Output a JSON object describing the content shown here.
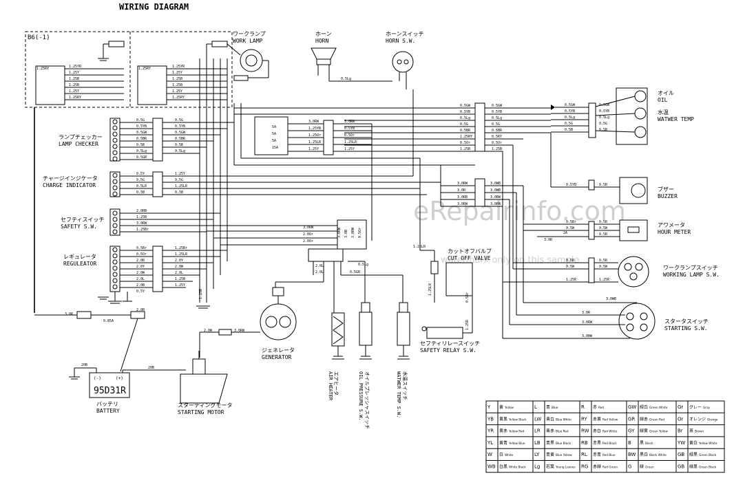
{
  "title": "WIRING DIAGRAM",
  "block_label": "B6(-1)",
  "watermark": "eRepairinfo.com",
  "watermark_sub": "watermark only on this sample",
  "components": {
    "work_lamp": {
      "jp": "ワークランプ",
      "en": "WORK LAMP"
    },
    "horn": {
      "jp": "ホーン",
      "en": "HORN"
    },
    "horn_sw": {
      "jp": "ホーンスイッチ",
      "en": "HORN S.W."
    },
    "oil": {
      "jp": "オイル",
      "en": "OIL"
    },
    "water_temp": {
      "jp": "水温",
      "en": "WATWER TEMP"
    },
    "lamp_checker": {
      "jp": "ランプチェッカー",
      "en": "LAMP CHECKER"
    },
    "charge_indicator": {
      "jp": "チャージインジケータ",
      "en": "CHARGE INDICATOR"
    },
    "safety_sw": {
      "jp": "セフティスイッチ",
      "en": "SAFETY S.W."
    },
    "regulator": {
      "jp": "レギュレータ",
      "en": "REGULEATOR"
    },
    "buzzer": {
      "jp": "ブザー",
      "en": "BUZZER"
    },
    "hour_meter": {
      "jp": "アワメータ",
      "en": "HOUR METER"
    },
    "work_lamp_sw": {
      "jp": "ワークランプスイッチ",
      "en": "WORKING LAMP S.W."
    },
    "starting_sw": {
      "jp": "スタータスイッチ",
      "en": "STARTING S.W."
    },
    "cut_off_valve": {
      "jp": "カットオフバルブ",
      "en": "CUT OFF VALVE"
    },
    "safety_relay_sw": {
      "jp": "セフティリレースイッチ",
      "en": "SAFETY RELAY S.W."
    },
    "generator": {
      "jp": "ジェネレータ",
      "en": "GENERATOR"
    },
    "air_heater": {
      "jp": "エアヒータ",
      "en": "AIR HEATER"
    },
    "oil_pressure_sw": {
      "jp": "オイルプレッシャスイッチ",
      "en": "OIL PRESSURE S.W."
    },
    "water_temp_sw": {
      "jp": "水温スイッチ",
      "en": "WATWER TEMP S.W."
    },
    "battery": {
      "jp": "バッテリ",
      "en": "BATTERY",
      "model": "95D31R",
      "minus": "(-)",
      "plus": "(+)"
    },
    "starting_motor": {
      "jp": "スターティングモータ",
      "en": "STARTING MOTOR"
    }
  },
  "wire_groups": {
    "b6_left": [
      "1.25RY",
      "1.25YR",
      "1.25Y",
      "1.25B",
      "1.25B",
      "1.25Y",
      "1.25RY"
    ],
    "b6_right": [
      "1.25RY",
      "1.25YR",
      "1.25Y",
      "1.25B",
      "1.25B",
      "1.25Y",
      "1.25RY"
    ],
    "lamp_checker": [
      "0.5G",
      "0.5YB",
      "0.5GW",
      "0.5BR",
      "0.5B",
      "0.5Lg",
      "0.5GR",
      "0.5G",
      "0.5YB",
      "0.5GW",
      "0.5BR",
      "0.5B",
      "0.5Lg"
    ],
    "charge_indicator": [
      "0.5Y",
      "0.5G",
      "0.5LR",
      "0.5B",
      "1.25Y",
      "0.5G",
      "1.25LR",
      "0.5B"
    ],
    "safety_sw": [
      "2.0RB",
      "1.25B",
      "3.0RW",
      "1.25Br"
    ],
    "regulator": [
      "0.5Br",
      "0.5Or",
      "2.0R",
      "2.0Y",
      "2.0W",
      "2.0L",
      "2.0B",
      "0.5Y",
      "1.25Br",
      "1.25LR",
      "2.0Y",
      "2.0W",
      "2.0L",
      "1.25B",
      "1.25Y"
    ],
    "top_right": [
      "0.5GW",
      "0.5YB",
      "0.5Lg",
      "0.5G",
      "0.5BR",
      "1.25RY",
      "0.5Or",
      "1.25B"
    ],
    "top_right_out": [
      "0.5GW",
      "0.5YB",
      "0.5Lg",
      "0.5G",
      "0.5BR",
      "0.5RY",
      "0.5Or",
      "1.25B"
    ],
    "gauges": [
      "0.5GW",
      "0.5YB",
      "0.5Lg",
      "0.5G",
      "0.5B"
    ],
    "relay_block": [
      "3.0RW",
      "1.25YB",
      "1.25Or",
      "1.25LR",
      "1.25Y",
      "3.0RW",
      "0.5YB",
      "0.5Or",
      "1.25LR",
      "1.25Y"
    ],
    "fuses": [
      "5A",
      "5A",
      "5A",
      "15A"
    ],
    "middle": [
      "3.0RW",
      "3.0R",
      "3.0RB",
      "3.0RW",
      "3.0WB",
      "3.0WB",
      "3.0BW",
      "3.0BW"
    ],
    "buzzer": [
      "0.5YB",
      "0.5R"
    ],
    "hour_meter": [
      "0.5Br",
      "0.5W",
      "3.0R",
      "2A",
      "0.5R",
      "0.5W",
      "0.5R"
    ],
    "work_lamp_sw": [
      "0.5R",
      "0.5W",
      "1.25R",
      "0.5R",
      "0.5W",
      "1.25R",
      "3.0B"
    ],
    "starting_sw": [
      "3.0WB",
      "3.0R",
      "3.0RW",
      "3.0BW",
      "3.0B",
      "3.0RW"
    ],
    "lower": [
      "3.0RW",
      "2.0Or",
      "2.0Or",
      "3.0RW",
      "3.0B",
      "3.0RW",
      "0.5Or",
      "0.5Lg",
      "2.0L",
      "2.0L",
      "0.5GR",
      "1.25LR",
      "1.25LR",
      "1.25R",
      "0.5Br",
      "1.25B",
      "3.0R",
      "0.85A",
      "2.0R",
      "2.0B",
      "20B",
      "20B",
      "2.0W",
      "3.0RW"
    ]
  },
  "legend": [
    [
      "Y",
      "黄",
      "Yellow",
      "L",
      "青",
      "Blue",
      "R",
      "赤",
      "Red",
      "GW",
      "緑白",
      "Green White",
      "Gr",
      "グレー",
      "Gray"
    ],
    [
      "YB",
      "黄黒",
      "Yellow Black",
      "LW",
      "青白",
      "Blue White",
      "RY",
      "赤黄",
      "Red Yellow",
      "GR",
      "緑赤",
      "Green Red",
      "Or",
      "オレンジ",
      "Orange"
    ],
    [
      "YR",
      "黄赤",
      "Yellow Red",
      "LR",
      "青赤",
      "Blue Red",
      "RW",
      "赤白",
      "Red White",
      "GY",
      "緑黄",
      "Green Yellow",
      "Br",
      "茶",
      "Brown"
    ],
    [
      "YL",
      "黄青",
      "Yellow Blue",
      "LB",
      "青黒",
      "Blue Black",
      "RB",
      "赤黒",
      "Red Black",
      "B",
      "黒",
      "Black",
      "YW",
      "黄白",
      "Yellow White"
    ],
    [
      "W",
      "白",
      "White",
      "LY",
      "青黄",
      "Blue Yellow",
      "RL",
      "赤青",
      "Red Blue",
      "BW",
      "黒白",
      "Black White",
      "GB",
      "緑黒",
      "Green Black"
    ],
    [
      "WB",
      "白黒",
      "White Black",
      "Lg",
      "若葉",
      "Young Leaves",
      "RG",
      "赤緑",
      "Red Green",
      "G",
      "緑",
      "Green",
      "GB",
      "緑黒",
      "Green Black"
    ]
  ]
}
